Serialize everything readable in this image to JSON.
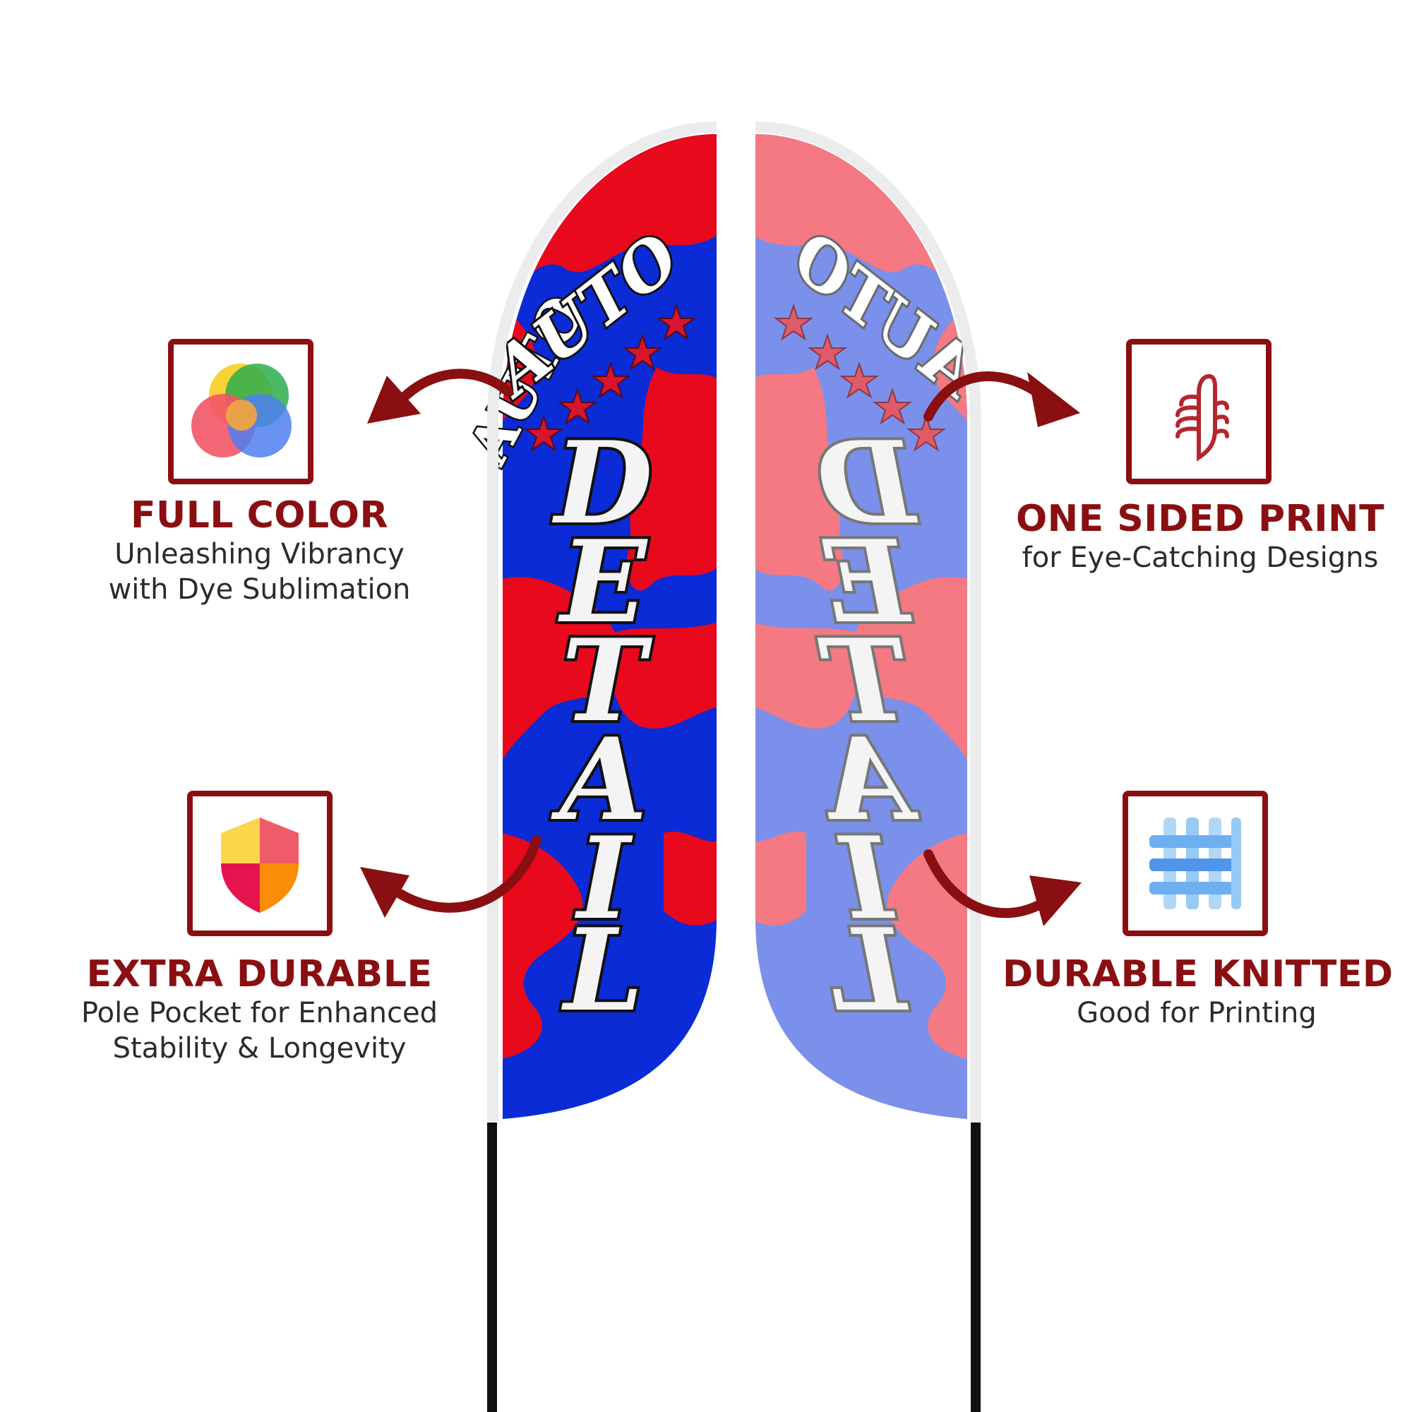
{
  "flags": {
    "front": {
      "top_word": "AUTO",
      "main_letters": [
        "D",
        "E",
        "T",
        "A",
        "I",
        "L"
      ]
    },
    "back_mirrored": {
      "top_word": "AUTO",
      "main_letters": [
        "D",
        "E",
        "T",
        "A",
        "I",
        "L"
      ]
    },
    "colors": {
      "red": "#e8091c",
      "blue": "#0a2bd6",
      "pale_red": "#f47982",
      "pale_blue": "#7b90ea",
      "arrow": "#8a0f12"
    }
  },
  "features": [
    {
      "title": "FULL COLOR",
      "line1": "Unleashing Vibrancy",
      "line2": "with Dye Sublimation",
      "icon": "color-circles-icon"
    },
    {
      "title": "ONE SIDED PRINT",
      "line1": "for Eye-Catching Designs",
      "line2": "",
      "icon": "one-sided-print-icon"
    },
    {
      "title": "EXTRA DURABLE",
      "line1": "Pole Pocket for Enhanced",
      "line2": "Stability & Longevity",
      "icon": "shield-icon"
    },
    {
      "title": "DURABLE KNITTED",
      "line1": "Good for Printing",
      "line2": "",
      "icon": "knitted-fabric-icon"
    }
  ]
}
